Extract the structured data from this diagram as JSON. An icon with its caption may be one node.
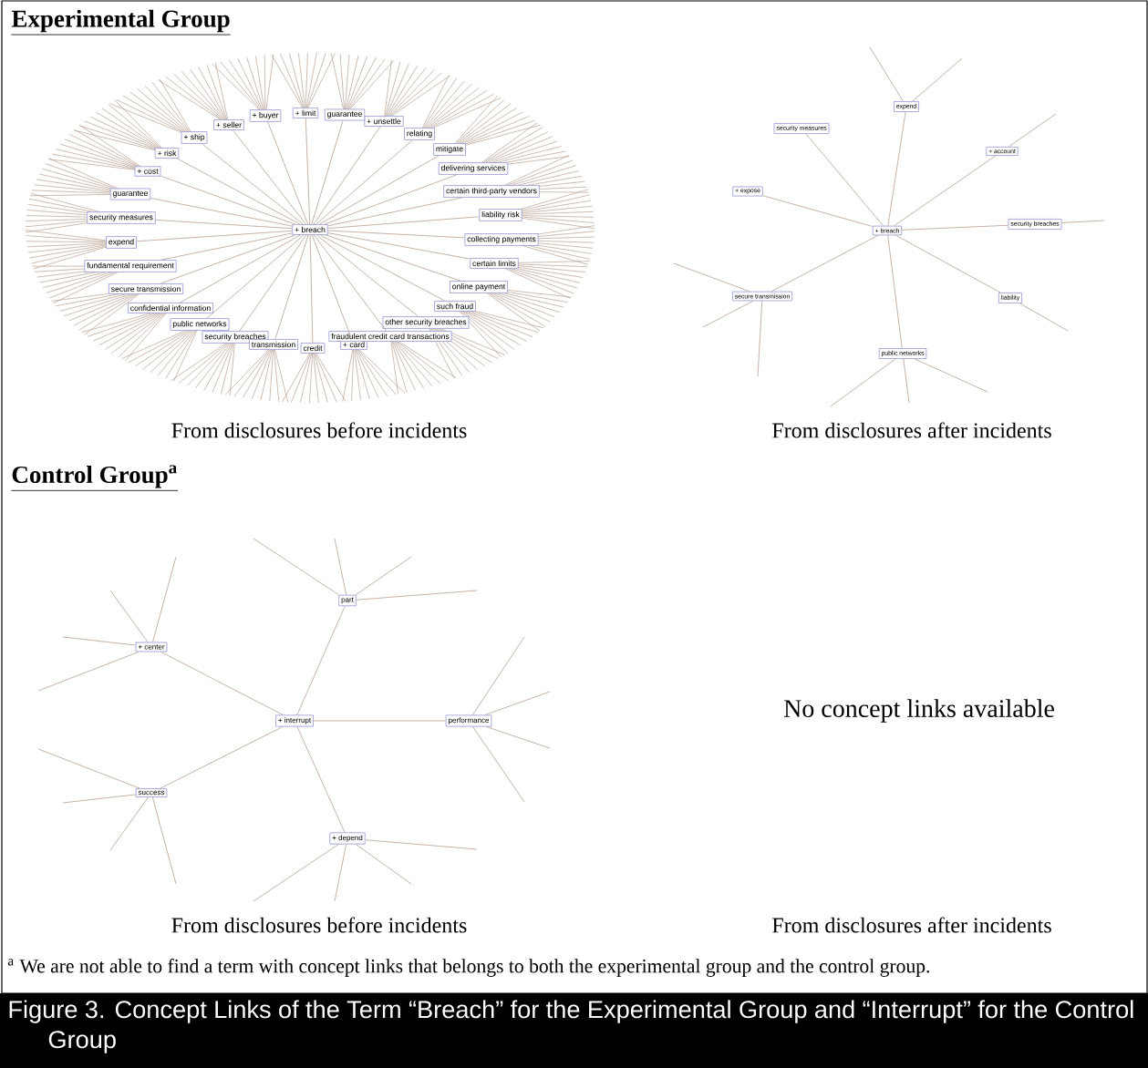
{
  "diagram": {
    "caption": "Figure 3. Concept Links of the Term “Breach” for the Experimental Group and “Interrupt” for the Control Group",
    "nodes": [
      {
        "text": [
          "+ breach"
        ]
      },
      {
        "text": [
          "+ limit"
        ]
      },
      {
        "text": [
          "+ buyer"
        ]
      },
      {
        "text": [
          "+ seller"
        ]
      },
      {
        "text": [
          "+ ship"
        ]
      },
      {
        "text": [
          "+ risk"
        ]
      },
      {
        "text": [
          "+ cost"
        ]
      },
      {
        "text": [
          "guarantee"
        ]
      },
      {
        "text": [
          "security measures"
        ]
      },
      {
        "text": [
          "expend"
        ]
      },
      {
        "text": [
          "fundamental requirement"
        ]
      },
      {
        "text": [
          "secure transmission"
        ]
      },
      {
        "text": [
          "confidential information"
        ]
      },
      {
        "text": [
          "public networks"
        ]
      },
      {
        "text": [
          "security breaches"
        ]
      },
      {
        "text": [
          "transmission"
        ]
      },
      {
        "text": [
          "credit"
        ]
      },
      {
        "text": [
          "+ card"
        ]
      },
      {
        "text": [
          "fraudulent credit card transactions"
        ]
      },
      {
        "text": [
          "other security breaches"
        ]
      },
      {
        "text": [
          "such fraud"
        ]
      },
      {
        "text": [
          "online payment"
        ]
      },
      {
        "text": [
          "certain limits"
        ]
      },
      {
        "text": [
          "collecting payments"
        ]
      },
      {
        "text": [
          "liability risk"
        ]
      },
      {
        "text": [
          "certain third-party vendors"
        ]
      },
      {
        "text": [
          "delivering services"
        ]
      },
      {
        "text": [
          "mitigate"
        ]
      },
      {
        "text": [
          "relating"
        ]
      },
      {
        "text": [
          "+ unsettle"
        ]
      },
      {
        "text": [
          "guarantee"
        ]
      },
      {
        "text": [
          "+ breach"
        ]
      },
      {
        "text": [
          "expend"
        ]
      },
      {
        "text": [
          "security measures"
        ]
      },
      {
        "text": [
          "+ account"
        ]
      },
      {
        "text": [
          "+ expose"
        ]
      },
      {
        "text": [
          "security breaches"
        ]
      },
      {
        "text": [
          "secure transmission"
        ]
      },
      {
        "text": [
          "liability"
        ]
      },
      {
        "text": [
          "public networks"
        ]
      },
      {
        "text": [
          "+ interrupt"
        ]
      },
      {
        "text": [
          "part"
        ]
      },
      {
        "text": [
          "+ center"
        ]
      },
      {
        "text": [
          "performance"
        ]
      },
      {
        "text": [
          "success"
        ]
      },
      {
        "text": [
          "+ depend"
        ]
      }
    ],
    "edges": [
      {
        "from": 0,
        "to": 1,
        "arrow": "none"
      },
      {
        "from": 0,
        "to": 2,
        "arrow": "none"
      },
      {
        "from": 0,
        "to": 3,
        "arrow": "none"
      },
      {
        "from": 0,
        "to": 4,
        "arrow": "none"
      },
      {
        "from": 0,
        "to": 5,
        "arrow": "none"
      },
      {
        "from": 0,
        "to": 6,
        "arrow": "none"
      },
      {
        "from": 0,
        "to": 7,
        "arrow": "none"
      },
      {
        "from": 0,
        "to": 8,
        "arrow": "none"
      },
      {
        "from": 0,
        "to": 9,
        "arrow": "none"
      },
      {
        "from": 0,
        "to": 10,
        "arrow": "none"
      },
      {
        "from": 0,
        "to": 11,
        "arrow": "none"
      },
      {
        "from": 0,
        "to": 12,
        "arrow": "none"
      },
      {
        "from": 0,
        "to": 13,
        "arrow": "none"
      },
      {
        "from": 0,
        "to": 14,
        "arrow": "none"
      },
      {
        "from": 0,
        "to": 15,
        "arrow": "none"
      },
      {
        "from": 0,
        "to": 16,
        "arrow": "none"
      },
      {
        "from": 0,
        "to": 17,
        "arrow": "none"
      },
      {
        "from": 0,
        "to": 18,
        "arrow": "none"
      },
      {
        "from": 0,
        "to": 19,
        "arrow": "none"
      },
      {
        "from": 0,
        "to": 20,
        "arrow": "none"
      },
      {
        "from": 0,
        "to": 21,
        "arrow": "none"
      },
      {
        "from": 0,
        "to": 22,
        "arrow": "none"
      },
      {
        "from": 0,
        "to": 23,
        "arrow": "none"
      },
      {
        "from": 0,
        "to": 24,
        "arrow": "none"
      },
      {
        "from": 0,
        "to": 25,
        "arrow": "none"
      },
      {
        "from": 0,
        "to": 26,
        "arrow": "none"
      },
      {
        "from": 0,
        "to": 27,
        "arrow": "none"
      },
      {
        "from": 0,
        "to": 28,
        "arrow": "none"
      },
      {
        "from": 0,
        "to": 29,
        "arrow": "none"
      },
      {
        "from": 0,
        "to": 30,
        "arrow": "none"
      },
      {
        "from": 31,
        "to": 32,
        "arrow": "none"
      },
      {
        "from": 31,
        "to": 33,
        "arrow": "none"
      },
      {
        "from": 31,
        "to": 34,
        "arrow": "none"
      },
      {
        "from": 31,
        "to": 35,
        "arrow": "none"
      },
      {
        "from": 31,
        "to": 36,
        "arrow": "none"
      },
      {
        "from": 31,
        "to": 37,
        "arrow": "none"
      },
      {
        "from": 31,
        "to": 38,
        "arrow": "none"
      },
      {
        "from": 31,
        "to": 39,
        "arrow": "none"
      },
      {
        "from": 32,
        "to": null,
        "arrow": "none"
      },
      {
        "from": 32,
        "to": null,
        "arrow": "none"
      },
      {
        "from": 34,
        "to": null,
        "arrow": "none"
      },
      {
        "from": 36,
        "to": null,
        "arrow": "none"
      },
      {
        "from": 37,
        "to": null,
        "arrow": "none"
      },
      {
        "from": 37,
        "to": null,
        "arrow": "none"
      },
      {
        "from": 37,
        "to": null,
        "arrow": "none"
      },
      {
        "from": 38,
        "to": null,
        "arrow": "none"
      },
      {
        "from": 39,
        "to": null,
        "arrow": "none"
      },
      {
        "from": 39,
        "to": null,
        "arrow": "none"
      },
      {
        "from": 39,
        "to": null,
        "arrow": "none"
      },
      {
        "from": 40,
        "to": 41,
        "arrow": "none"
      },
      {
        "from": 40,
        "to": 42,
        "arrow": "none"
      },
      {
        "from": 40,
        "to": 43,
        "arrow": "none"
      },
      {
        "from": 40,
        "to": 44,
        "arrow": "none"
      },
      {
        "from": 40,
        "to": 45,
        "arrow": "none"
      },
      {
        "from": 41,
        "to": null,
        "arrow": "none"
      },
      {
        "from": 41,
        "to": null,
        "arrow": "none"
      },
      {
        "from": 41,
        "to": null,
        "arrow": "none"
      },
      {
        "from": 41,
        "to": null,
        "arrow": "none"
      },
      {
        "from": 42,
        "to": null,
        "arrow": "none"
      },
      {
        "from": 42,
        "to": null,
        "arrow": "none"
      },
      {
        "from": 42,
        "to": null,
        "arrow": "none"
      },
      {
        "from": 42,
        "to": null,
        "arrow": "none"
      },
      {
        "from": 43,
        "to": null,
        "arrow": "none"
      },
      {
        "from": 43,
        "to": null,
        "arrow": "none"
      },
      {
        "from": 43,
        "to": null,
        "arrow": "none"
      },
      {
        "from": 43,
        "to": null,
        "arrow": "none"
      },
      {
        "from": 44,
        "to": null,
        "arrow": "none"
      },
      {
        "from": 44,
        "to": null,
        "arrow": "none"
      },
      {
        "from": 44,
        "to": null,
        "arrow": "none"
      },
      {
        "from": 44,
        "to": null,
        "arrow": "none"
      },
      {
        "from": 45,
        "to": null,
        "arrow": "none"
      },
      {
        "from": 45,
        "to": null,
        "arrow": "none"
      },
      {
        "from": 45,
        "to": null,
        "arrow": "none"
      },
      {
        "from": 45,
        "to": null,
        "arrow": "none"
      }
    ],
    "labels": [
      "Experimental Group",
      "From disclosures before incidents",
      "From disclosures after incidents",
      "Control Group$^{a}$",
      "No concept links available",
      "From disclosures before incidents",
      "From disclosures after incidents",
      "$^{a}$ We are not able to find a term with concept links that belongs to both the experimental group and the control group."
    ]
  }
}
